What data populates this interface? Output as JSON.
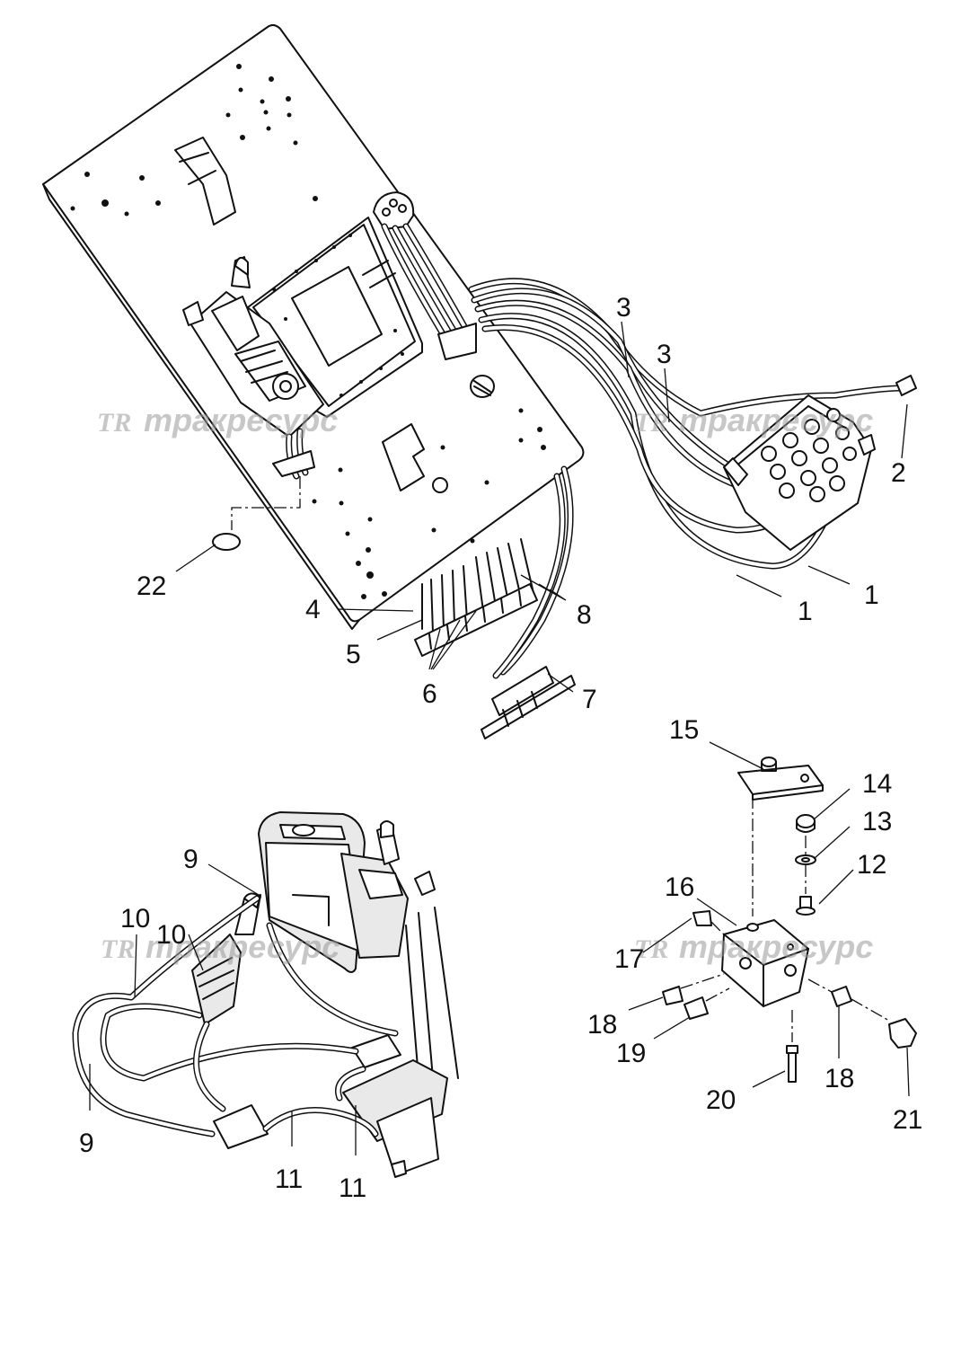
{
  "watermark": {
    "logo": "TR",
    "text": "тракресурс"
  },
  "callouts": [
    "1",
    "1",
    "2",
    "3",
    "3",
    "4",
    "5",
    "6",
    "7",
    "8",
    "9",
    "9",
    "10",
    "10",
    "11",
    "11",
    "12",
    "13",
    "14",
    "15",
    "16",
    "17",
    "18",
    "18",
    "19",
    "20",
    "21",
    "22"
  ],
  "colors": {
    "line": "#111111",
    "watermark": "#9a9a9a",
    "background": "#ffffff"
  }
}
